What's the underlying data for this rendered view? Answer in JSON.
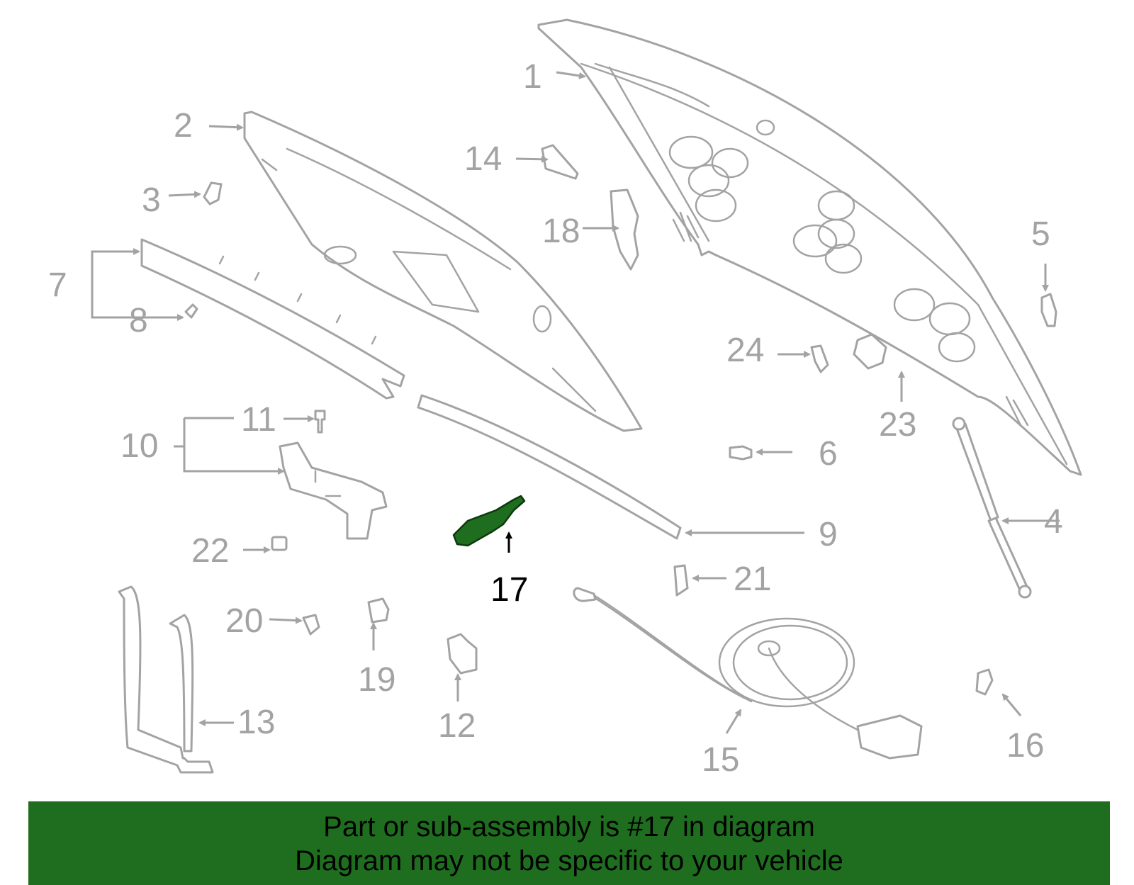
{
  "callouts": {
    "c1": "1",
    "c2": "2",
    "c3": "3",
    "c4": "4",
    "c5": "5",
    "c6": "6",
    "c7": "7",
    "c8": "8",
    "c9": "9",
    "c10": "10",
    "c11": "11",
    "c12": "12",
    "c13": "13",
    "c14": "14",
    "c15": "15",
    "c16": "16",
    "c17": "17",
    "c18": "18",
    "c19": "19",
    "c20": "20",
    "c21": "21",
    "c22": "22",
    "c23": "23",
    "c24": "24"
  },
  "highlighted_part": "17",
  "banner": {
    "line1": "Part or sub-assembly is #17 in diagram",
    "line2": "Diagram may not be specific to your vehicle"
  },
  "colors": {
    "banner_background": "#1f6e1f",
    "highlight_fill": "#1f6e1f",
    "parts_outline": "#a3a3a3",
    "active_callout": "#000000"
  }
}
